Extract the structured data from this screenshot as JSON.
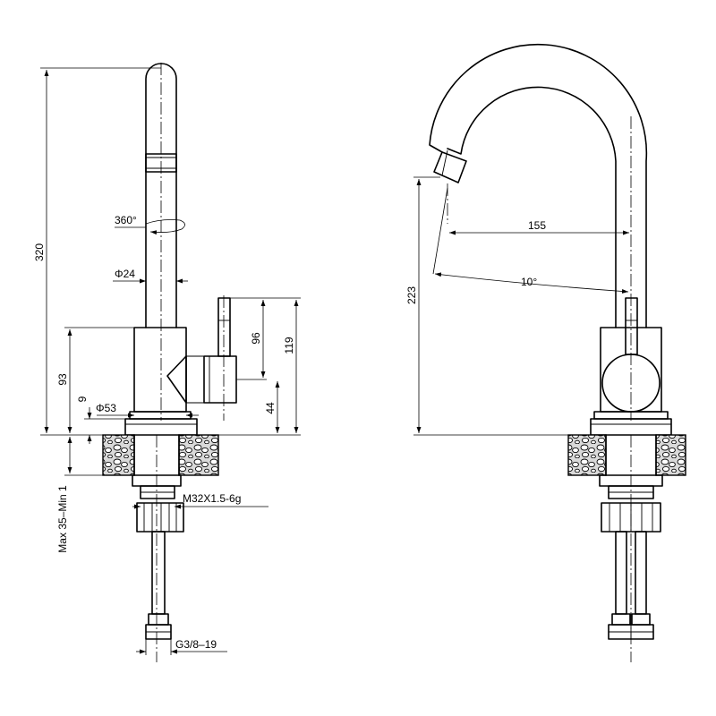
{
  "left_view": {
    "height_320": "320",
    "height_93": "93",
    "height_9": "9",
    "rotation": "360°",
    "diameter_24": "Φ24",
    "diameter_53": "Φ53",
    "height_96": "96",
    "height_119": "119",
    "height_44": "44",
    "mount_thread": "M32X1.5-6g",
    "counter_thickness": "Max 35–Min 1",
    "hose_thread": "G3/8–19"
  },
  "right_view": {
    "height_223": "223",
    "reach_155": "155",
    "swing_angle": "10°"
  }
}
